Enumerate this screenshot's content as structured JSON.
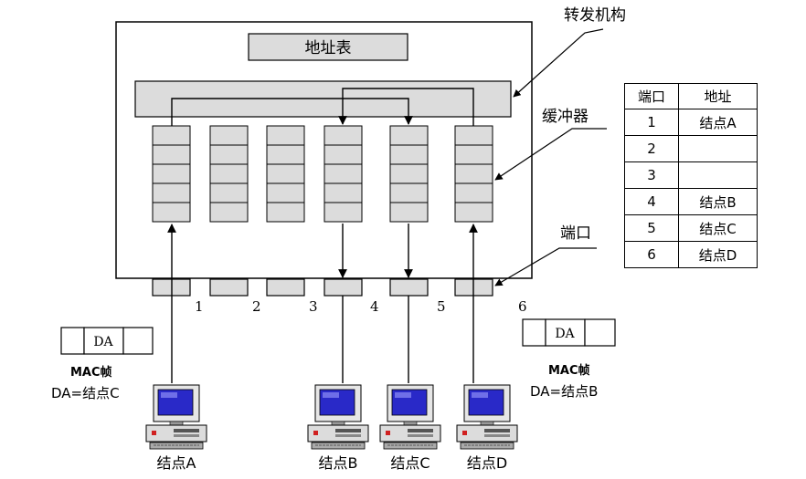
{
  "switch": {
    "forwarding_label": "转发机构",
    "address_table_label": "地址表",
    "buffer_label": "缓冲器",
    "port_label": "端口"
  },
  "ports": [
    "1",
    "2",
    "3",
    "4",
    "5",
    "6"
  ],
  "nodes": [
    "结点A",
    "结点B",
    "结点C",
    "结点D"
  ],
  "frames": {
    "left": {
      "field": "DA",
      "caption": "MAC帧",
      "dest": "DA=结点C"
    },
    "right": {
      "field": "DA",
      "caption": "MAC帧",
      "dest": "DA=结点B"
    }
  },
  "table": {
    "headers": [
      "端口",
      "地址"
    ],
    "rows": [
      {
        "port": "1",
        "address": "结点A"
      },
      {
        "port": "2",
        "address": ""
      },
      {
        "port": "3",
        "address": ""
      },
      {
        "port": "4",
        "address": "结点B"
      },
      {
        "port": "5",
        "address": "结点C"
      },
      {
        "port": "6",
        "address": "结点D"
      }
    ]
  },
  "colors": {
    "box_fill": "#dcdcdc",
    "monitor_screen": "#2929c8",
    "stroke": "#000000"
  }
}
